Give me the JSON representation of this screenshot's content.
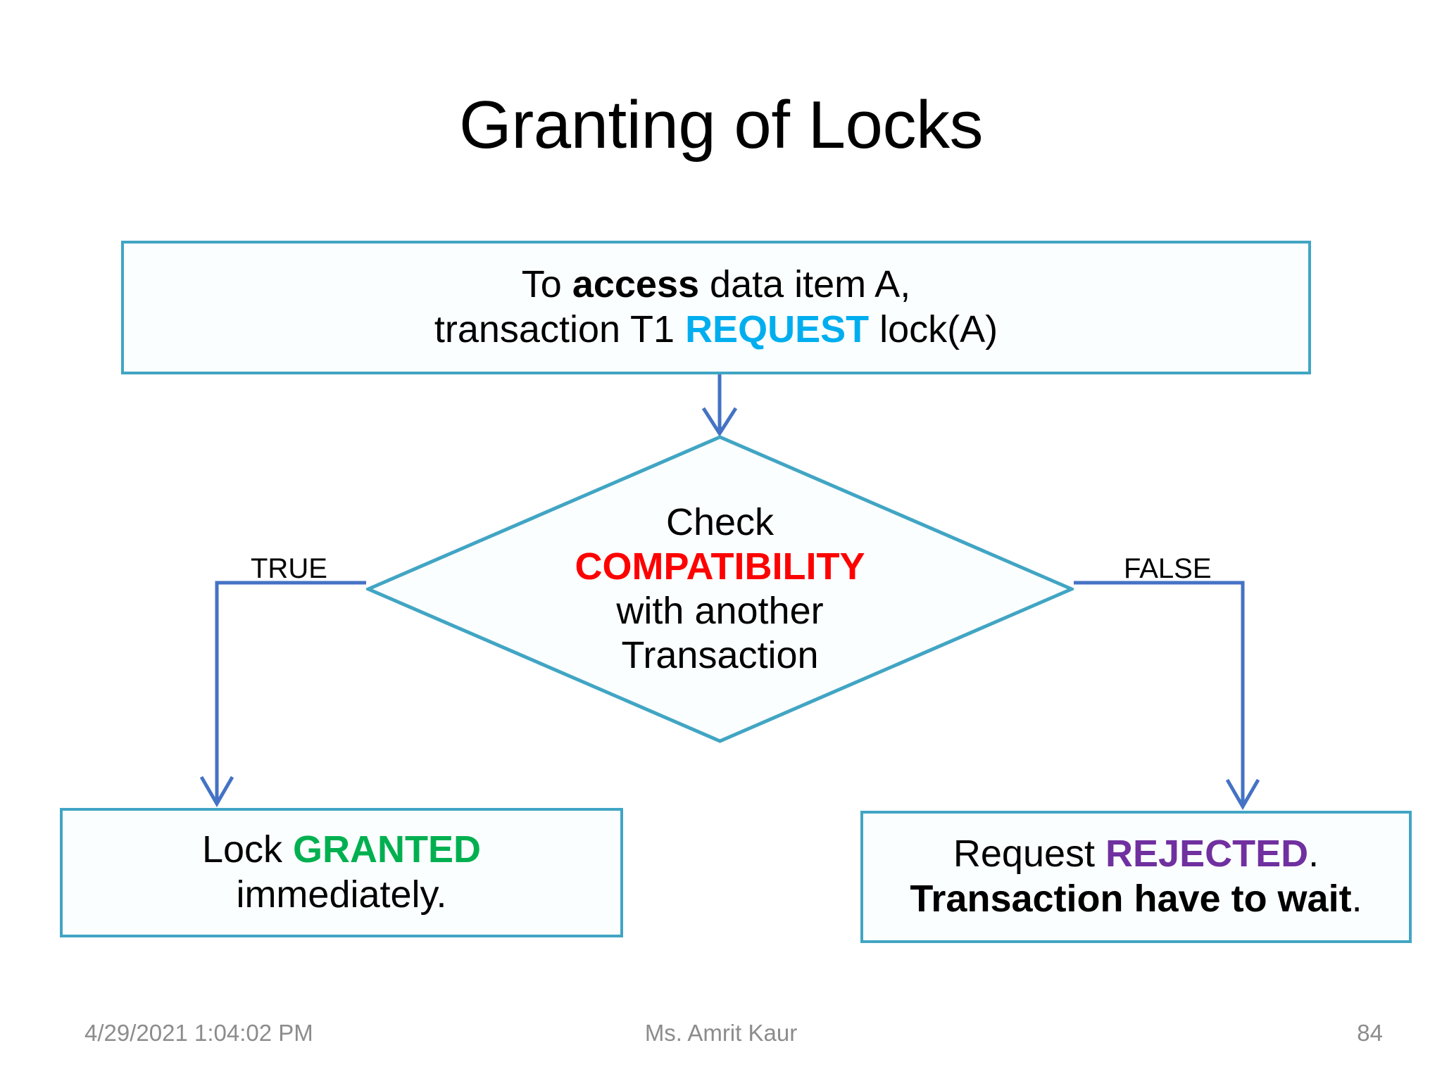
{
  "slide": {
    "title": "Granting of Locks",
    "background_color": "#FFFFFF"
  },
  "colors": {
    "shape_border_teal": "#41A5C4",
    "shape_fill": "#FBFEFE",
    "connector_blue": "#4472C4",
    "request_cyan": "#00AEEF",
    "compatibility_red": "#FF0000",
    "granted_green": "#00B050",
    "rejected_purple": "#7030A0",
    "footer_gray": "#8C8C8C"
  },
  "flowchart": {
    "start_box": {
      "line1_prefix": "To ",
      "line1_emphasis": "access",
      "line1_suffix": " data item A,",
      "line2_prefix": "transaction T1 ",
      "line2_emphasis": "REQUEST",
      "line2_suffix": " lock(A)"
    },
    "decision": {
      "line1": "Check",
      "line2_emphasis": "COMPATIBILITY",
      "line3": "with another",
      "line4": "Transaction"
    },
    "branches": {
      "true_label": "TRUE",
      "false_label": "FALSE"
    },
    "true_box": {
      "line1_prefix": "Lock ",
      "line1_emphasis": "GRANTED",
      "line1_suffix": "",
      "line2": "immediately."
    },
    "false_box": {
      "line1_prefix": "Request ",
      "line1_emphasis": "REJECTED",
      "line1_suffix": ".",
      "line2_emphasis": "Transaction have to wait",
      "line2_suffix": "."
    }
  },
  "footer": {
    "date": "4/29/2021 1:04:02 PM",
    "author": "Ms. Amrit Kaur",
    "page_number": "84"
  }
}
